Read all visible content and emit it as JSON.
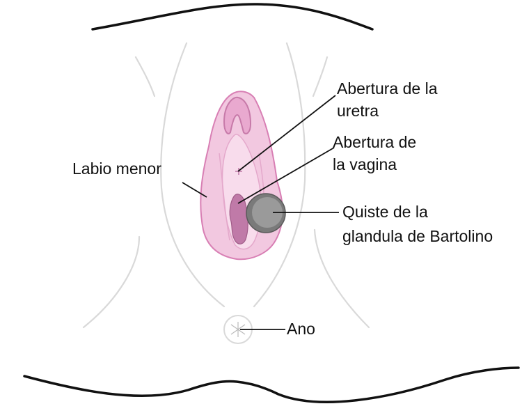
{
  "labels": {
    "urethra": [
      "Abertura de la",
      "uretra"
    ],
    "vagina": [
      "Abertura de",
      "la vagina"
    ],
    "labia": "Labio menor",
    "cyst": [
      "Quiste de la",
      "glandula de Bartolino"
    ],
    "anus": "Ano"
  },
  "colors": {
    "labia_fill": "#f2c8e0",
    "labia_outline": "#d87fb4",
    "inner_fill": "#f8dcec",
    "vaginal_opening": "#c07aa8",
    "cyst_fill": "#7a7a7a",
    "cyst_inner": "#9a9a9a",
    "body_outline": "#111111",
    "faint_contour": "#d9d9d9"
  }
}
